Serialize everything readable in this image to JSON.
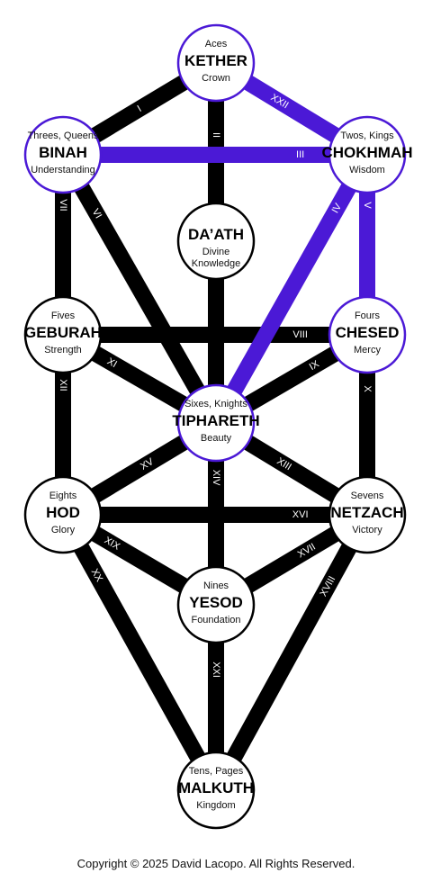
{
  "colors": {
    "path": "#000000",
    "highlight": "#4b19d6",
    "node_fill": "#ffffff",
    "node_stroke_plain": "#000000",
    "node_stroke_highlight": "#4b19d6",
    "label": "#ffffff"
  },
  "nodes": {
    "kether": {
      "top": "Aces",
      "name": "KETHER",
      "sub": "Crown",
      "highlight": true
    },
    "binah": {
      "top": "Threes, Queens",
      "name": "BINAH",
      "sub": "Understanding",
      "highlight": true
    },
    "chokhmah": {
      "top": "Twos, Kings",
      "name": "CHOKHMAH",
      "sub": "Wisdom",
      "highlight": true
    },
    "daath": {
      "top": "",
      "name": "DA’ATH",
      "sub": "Divine",
      "sub2": "Knowledge",
      "highlight": false
    },
    "geburah": {
      "top": "Fives",
      "name": "GEBURAH",
      "sub": "Strength",
      "highlight": false
    },
    "chesed": {
      "top": "Fours",
      "name": "CHESED",
      "sub": "Mercy",
      "highlight": true
    },
    "tiphareth": {
      "top": "Sixes, Knights",
      "name": "TIPHARETH",
      "sub": "Beauty",
      "highlight": true
    },
    "hod": {
      "top": "Eights",
      "name": "HOD",
      "sub": "Glory",
      "highlight": false
    },
    "netzach": {
      "top": "Sevens",
      "name": "NETZACH",
      "sub": "Victory",
      "highlight": false
    },
    "yesod": {
      "top": "Nines",
      "name": "YESOD",
      "sub": "Foundation",
      "highlight": false
    },
    "malkuth": {
      "top": "Tens, Pages",
      "name": "MALKUTH",
      "sub": "Kingdom",
      "highlight": false
    }
  },
  "paths": [
    {
      "label": "I",
      "from": "kether",
      "to": "binah",
      "highlight": false
    },
    {
      "label": "II",
      "from": "kether",
      "to": "tiphareth",
      "highlight": false
    },
    {
      "label": "XXII",
      "from": "kether",
      "to": "chokhmah",
      "highlight": true
    },
    {
      "label": "III",
      "from": "binah",
      "to": "chokhmah",
      "highlight": true
    },
    {
      "label": "IV",
      "from": "chokhmah",
      "to": "tiphareth",
      "highlight": true
    },
    {
      "label": "V",
      "from": "chokhmah",
      "to": "chesed",
      "highlight": true
    },
    {
      "label": "VI",
      "from": "binah",
      "to": "tiphareth",
      "highlight": false
    },
    {
      "label": "VII",
      "from": "binah",
      "to": "geburah",
      "highlight": false
    },
    {
      "label": "VIII",
      "from": "geburah",
      "to": "chesed",
      "highlight": false
    },
    {
      "label": "IX",
      "from": "chesed",
      "to": "tiphareth",
      "highlight": false
    },
    {
      "label": "X",
      "from": "chesed",
      "to": "netzach",
      "highlight": false
    },
    {
      "label": "XI",
      "from": "geburah",
      "to": "tiphareth",
      "highlight": false
    },
    {
      "label": "XII",
      "from": "geburah",
      "to": "hod",
      "highlight": false
    },
    {
      "label": "XIII",
      "from": "tiphareth",
      "to": "netzach",
      "highlight": false
    },
    {
      "label": "XIV",
      "from": "tiphareth",
      "to": "yesod",
      "highlight": false
    },
    {
      "label": "XV",
      "from": "tiphareth",
      "to": "hod",
      "highlight": false
    },
    {
      "label": "XVI",
      "from": "hod",
      "to": "netzach",
      "highlight": false
    },
    {
      "label": "XVII",
      "from": "netzach",
      "to": "yesod",
      "highlight": false
    },
    {
      "label": "XVIII",
      "from": "netzach",
      "to": "malkuth",
      "highlight": false
    },
    {
      "label": "XIX",
      "from": "hod",
      "to": "yesod",
      "highlight": false
    },
    {
      "label": "XX",
      "from": "hod",
      "to": "malkuth",
      "highlight": false
    },
    {
      "label": "XXI",
      "from": "yesod",
      "to": "malkuth",
      "highlight": false
    }
  ],
  "copyright": "Copyright © 2025 David Lacopo. All Rights Reserved."
}
